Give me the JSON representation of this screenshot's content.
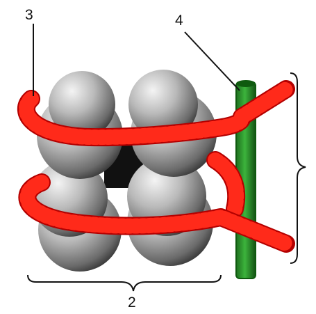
{
  "labels": {
    "three": "3",
    "four": "4",
    "two": "2"
  },
  "colors": {
    "dna": "#ff2a1a",
    "dna_dark": "#b30000",
    "linker": "#2f9a2f",
    "linker_dark": "#0f5a0f",
    "histone_light": "#eeeeee",
    "histone_dark": "#5a5a5a",
    "line": "#111111"
  }
}
